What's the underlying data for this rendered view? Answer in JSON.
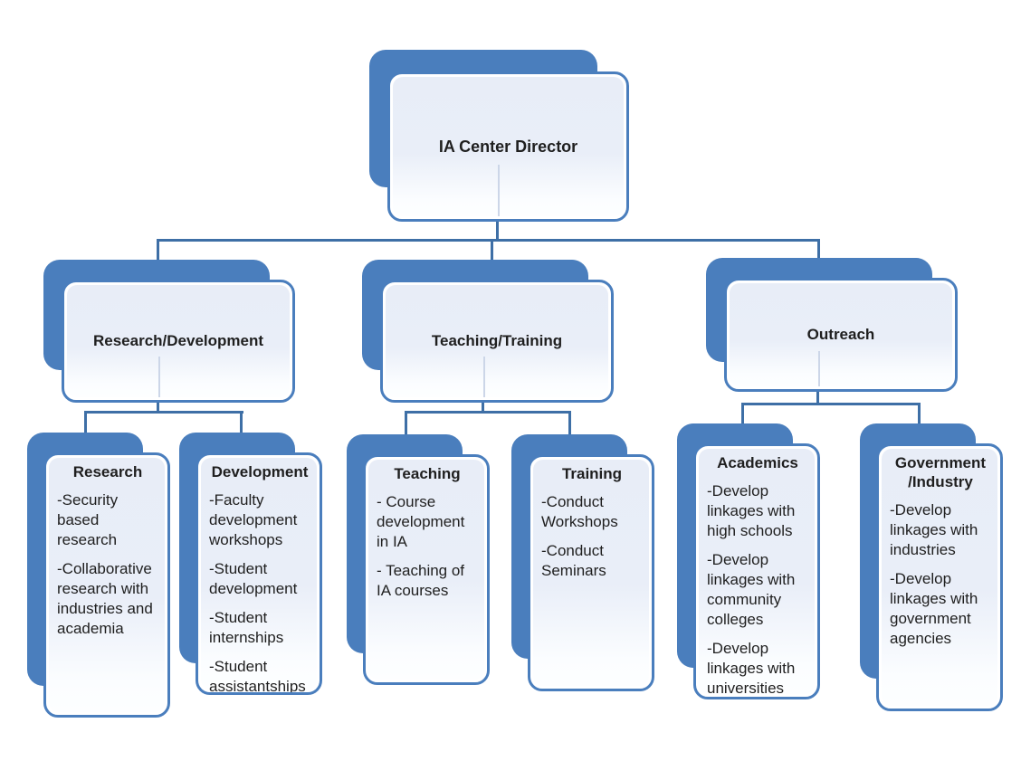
{
  "root": {
    "label": "IA Center Director"
  },
  "level2": [
    {
      "label": "Research/Development"
    },
    {
      "label": "Teaching/Training"
    },
    {
      "label": "Outreach"
    }
  ],
  "level3": [
    {
      "title": "Research",
      "items": [
        "-Security based research",
        "-Collaborative research with industries and academia"
      ]
    },
    {
      "title": "Development",
      "items": [
        "-Faculty development workshops",
        "-Student development",
        "-Student internships",
        "-Student assistantships"
      ]
    },
    {
      "title": "Teaching",
      "items": [
        "- Course development in IA",
        "- Teaching of IA courses"
      ]
    },
    {
      "title": "Training",
      "items": [
        "-Conduct Workshops",
        "-Conduct Seminars"
      ]
    },
    {
      "title": "Academics",
      "items": [
        "-Develop linkages with high schools",
        "-Develop linkages with community colleges",
        "-Develop linkages with universities"
      ]
    },
    {
      "title": "Government /Industry",
      "items": [
        "-Develop linkages with industries",
        "-Develop linkages with government agencies"
      ]
    }
  ],
  "colors": {
    "node_blue": "#4a7ebd",
    "connector_blue": "#3e6fa6",
    "fill_light": "#e8edf7",
    "text": "#1f1f1f"
  }
}
